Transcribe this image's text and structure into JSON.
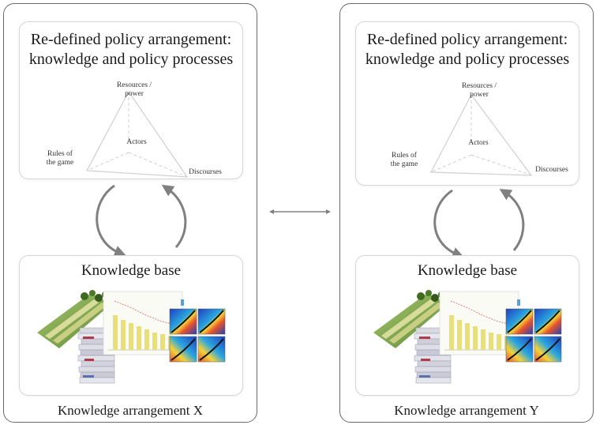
{
  "panels": [
    {
      "policy_title_line1": "Re-defined policy arrangement:",
      "policy_title_line2": "knowledge and policy processes",
      "triangle": {
        "top": "Resources /\npower",
        "center": "Actors",
        "left": "Rules of\nthe game",
        "right": "Discourses"
      },
      "knowledge_base_label": "Knowledge base",
      "arrangement_label": "Knowledge arrangement X"
    },
    {
      "policy_title_line1": "Re-defined policy arrangement:",
      "policy_title_line2": "knowledge and policy processes",
      "triangle": {
        "top": "Resources /\npower",
        "center": "Actors",
        "left": "Rules of\nthe game",
        "right": "Discourses"
      },
      "knowledge_base_label": "Knowledge base",
      "arrangement_label": "Knowledge arrangement Y"
    }
  ],
  "colors": {
    "frame": "#6a6a6a",
    "arrow": "#808080",
    "inner_border": "#d6d6d6"
  }
}
